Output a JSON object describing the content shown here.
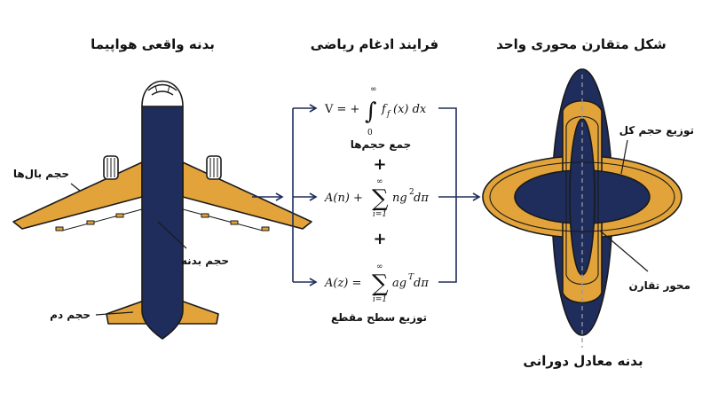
{
  "titles": {
    "left": "بدنه واقعی هواپیما",
    "middle": "فرایند ادغام ریاضی",
    "right": "شکل متقارن محوری واحد",
    "bottom": "بدنه معادل دورانی"
  },
  "labels": {
    "wings": "حجم بال‌ها",
    "fuselage": "حجم بدنه",
    "tail": "حجم دم",
    "total_volume": "توزیع حجم کل",
    "symmetry_axis": "محور تقارن",
    "volume_sum": "جمع حجم‌ها",
    "section_area": "توزیع سطح مقطع"
  },
  "equations": {
    "eq1": {
      "lhs": "V = +",
      "upper": "∞",
      "lower": "0",
      "body": "f",
      "sub": "f",
      "rest": "(x) dx"
    },
    "eq2": {
      "lhs": "A(n) +",
      "upper": "∞",
      "lower": "i=1",
      "body": "ng",
      "sup": "2",
      "rest": " dπ"
    },
    "eq3": {
      "lhs": "A(z) =",
      "upper": "∞",
      "lower": "i=1",
      "body": "ag",
      "sup": "T",
      "rest": " dπ"
    }
  },
  "operators": {
    "plus1": "+",
    "plus2": "+"
  },
  "colors": {
    "navy": "#1e2d5c",
    "gold": "#e2a33a",
    "outline": "#1a1a1a",
    "arrow": "#1e2d5c"
  }
}
